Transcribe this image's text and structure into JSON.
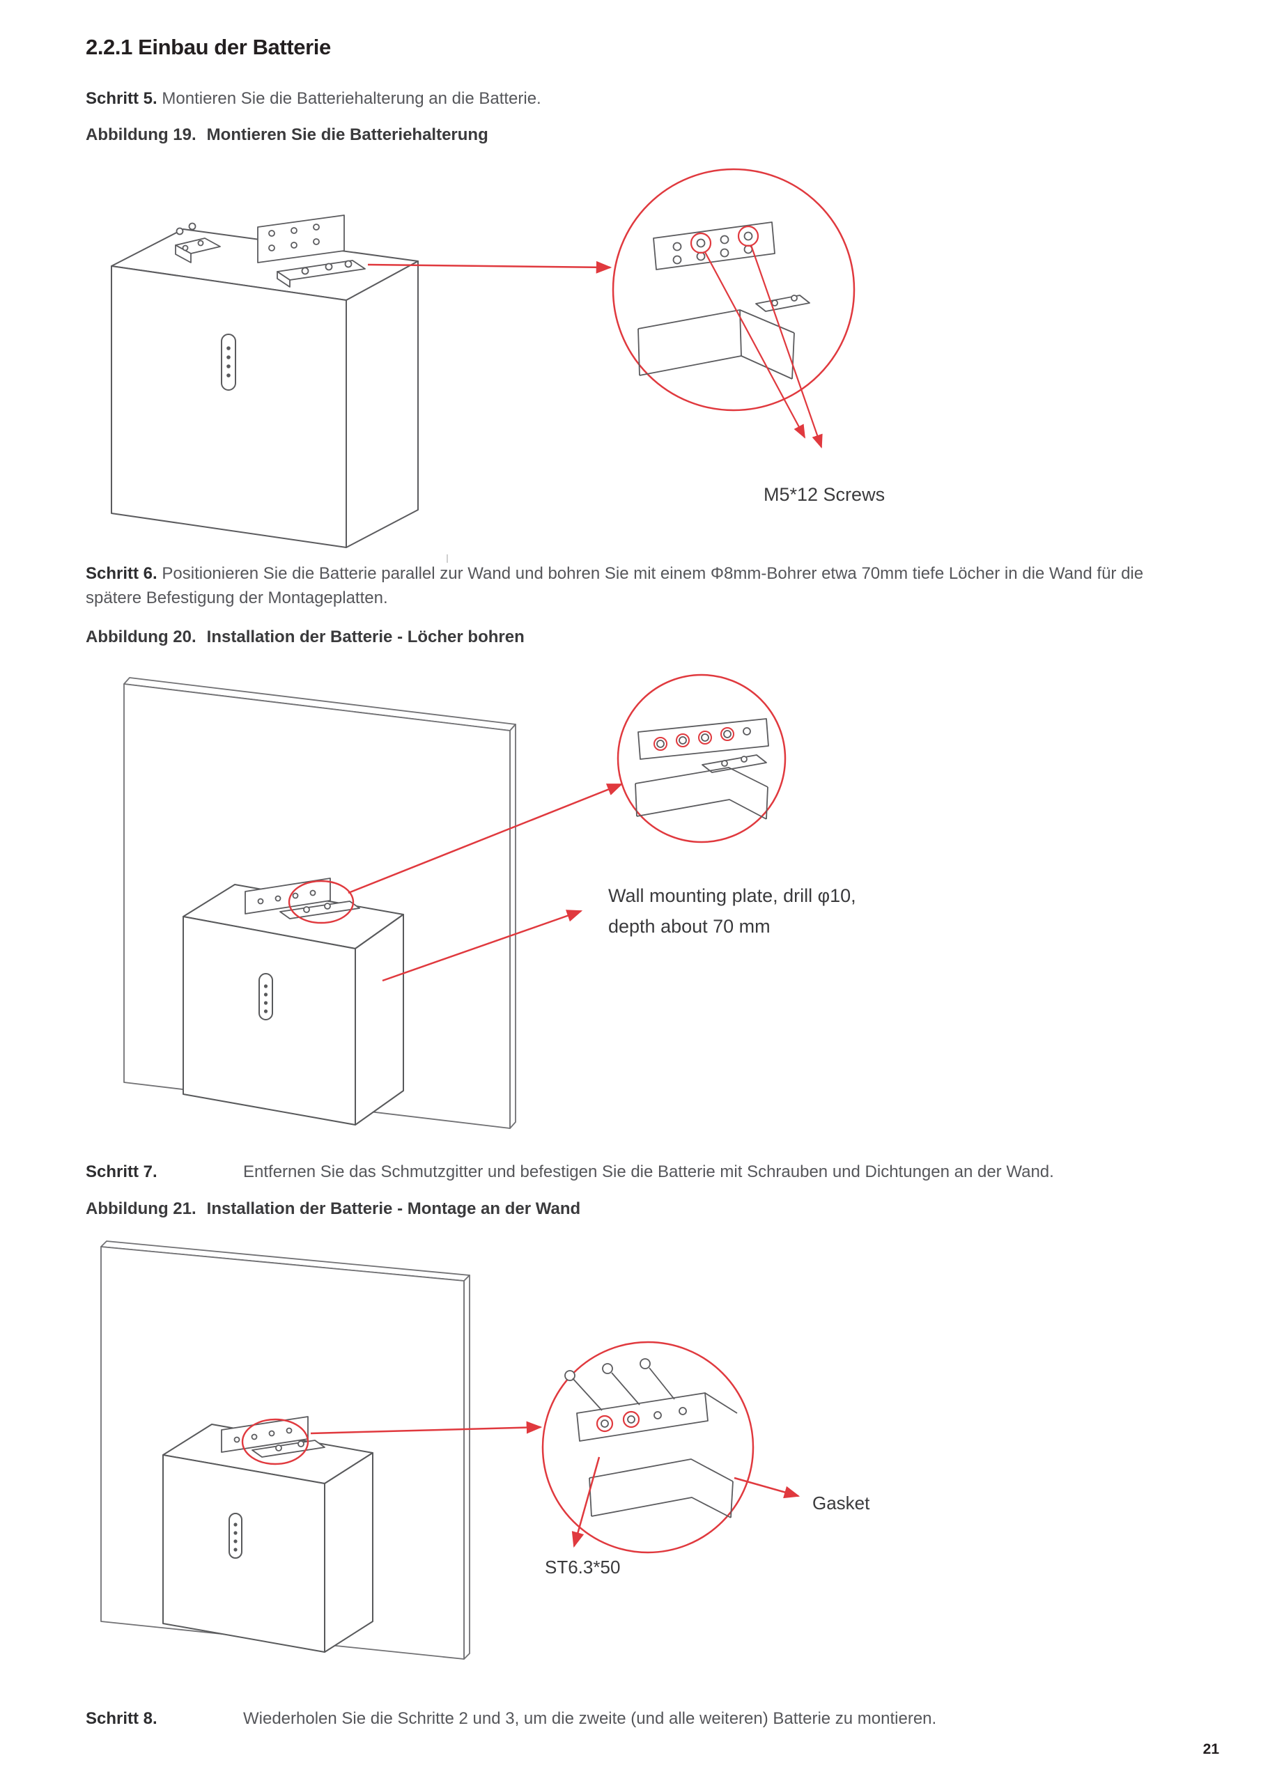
{
  "heading": "2.2.1 Einbau der Batterie",
  "steps": [
    {
      "label": "Schritt 5.",
      "text": "Montieren Sie die Batteriehalterung an die Batterie."
    },
    {
      "label": "Schritt 6.",
      "text": "Positionieren Sie die Batterie parallel zur Wand und bohren Sie mit einem Φ8mm-Bohrer etwa 70mm tiefe Löcher in die Wand für die spätere Befestigung der Montageplatten."
    },
    {
      "label": "Schritt 7.",
      "text": "Entfernen Sie das Schmutzgitter und befestigen Sie die Batterie mit Schrauben und Dichtungen an der Wand."
    },
    {
      "label": "Schritt 8.",
      "text": "Wiederholen Sie die Schritte 2 und 3, um die zweite (und alle weiteren) Batterie zu montieren."
    }
  ],
  "figures": {
    "fig19": {
      "caption_label": "Abbildung 19.",
      "caption_title": "Montieren Sie die Batteriehalterung",
      "labels": {
        "screws": "M5*12 Screws"
      }
    },
    "fig20": {
      "caption_label": "Abbildung 20.",
      "caption_title": "Installation der Batterie - Löcher bohren",
      "labels": {
        "line1": "Wall mounting plate,  drill φ10,",
        "line2": "depth  about  70 mm"
      }
    },
    "fig21": {
      "caption_label": "Abbildung 21.",
      "caption_title": "Installation der Batterie - Montage an der Wand",
      "labels": {
        "gasket": "Gasket",
        "screw": "ST6.3*50"
      }
    }
  },
  "page_number": "21",
  "colors": {
    "accent_red": "#e0393e",
    "drawing_gray": "#5b5b5e",
    "wall_gray": "#717174",
    "body_text": "#55565a",
    "heading_black": "#231f20"
  }
}
